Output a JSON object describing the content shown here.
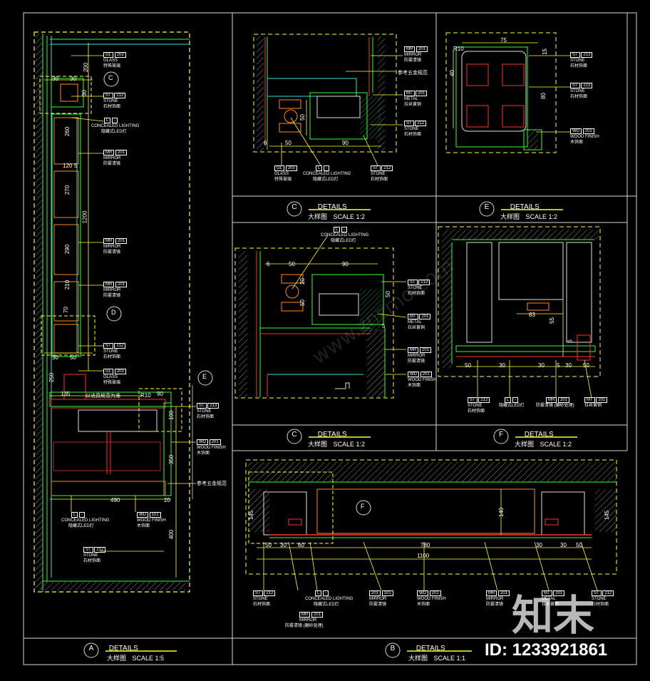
{
  "colors": {
    "frame": "#d8d8d8",
    "yellow": "#ffff33",
    "green": "#33ff33",
    "cyan": "#33dddd",
    "red": "#ff3030",
    "orange": "#ff8c1a",
    "magenta": "#ff44ff",
    "white": "#ffffff"
  },
  "panels": {
    "A": {
      "letter": "A",
      "title": "DETAILS",
      "cn": "大样图",
      "scale": "SCALE 1:5"
    },
    "B": {
      "letter": "B",
      "title": "DETAILS",
      "cn": "大样图",
      "scale": "SCALE 1:1"
    },
    "C1": {
      "letter": "C",
      "title": "DETAILS",
      "cn": "大样图",
      "scale": "SCALE 1:2"
    },
    "C2": {
      "letter": "C",
      "title": "DETAILS",
      "cn": "大样图",
      "scale": "SCALE 1:2"
    },
    "E": {
      "letter": "E",
      "title": "DETAILS",
      "cn": "大样图",
      "scale": "SCALE 1:2"
    },
    "F": {
      "letter": "F",
      "title": "DETAILS",
      "cn": "大样图",
      "scale": "SCALE 1:2"
    }
  },
  "tags": {
    "gl203": {
      "code": "GL",
      "num": "203",
      "en": "GLASS",
      "cn": "特殊玻璃"
    },
    "st212": {
      "code": "ST",
      "num": "212",
      "en": "STONE",
      "cn": "石材饰面"
    },
    "st213": {
      "code": "ST",
      "num": "213",
      "en": "STONE",
      "cn": "石材饰面"
    },
    "l": {
      "code": "L",
      "num": "-",
      "en": "CONCEALED LIGHTING",
      "cn": "隐藏式LED灯"
    },
    "mr201": {
      "code": "MR",
      "num": "201",
      "en": "MIRROR",
      "cn": "防雾清镜"
    },
    "mr201s": {
      "code": "MR",
      "num": "201",
      "en": "MIRROR",
      "cn": "防雾清镜 (磨砂处理)"
    },
    "mt201": {
      "code": "MT",
      "num": "201",
      "en": "METAL",
      "cn": "拉丝黄铜"
    },
    "wd201": {
      "code": "WD",
      "num": "201",
      "en": "WOOD FINISH",
      "cn": "木饰面"
    },
    "wd101": {
      "code": "WD",
      "num": "101",
      "en": "WOOD FINISH",
      "cn": "木饰面"
    },
    "mr101": {
      "code": "201",
      "num": "101",
      "en": "MIRROR",
      "cn": "防雾清镜"
    }
  },
  "notes": {
    "hardware": "参考五金规范",
    "basin": "以洁具规范为准"
  },
  "dims": {
    "a_200": "200",
    "a_30a": "30",
    "a_30b": "30",
    "a_30c": "30",
    "a_260": "260",
    "a_120": "120",
    "a_5": "5",
    "a_270": "270",
    "a_1200": "1200",
    "a_290": "290",
    "a_210": "210",
    "a_30d": "30",
    "a_70": "70",
    "a_50": "50",
    "a_250": "250",
    "a_135": "135",
    "a_r10": "R10",
    "a_90": "90",
    "a_100": "100",
    "a_350": "350",
    "a_490": "490",
    "a_20": "20",
    "a_400": "400",
    "c1_50": "50",
    "c1_90": "90",
    "c1_6": "6",
    "c1_50v": "50",
    "e_75": "75",
    "e_r10": "R10",
    "e_15": "15",
    "e_40": "40",
    "e_80": "80",
    "c2_6": "6",
    "c2_50": "50",
    "c2_90": "90",
    "c2_20": "20",
    "c2_50v": "50",
    "c2_50v2": "50",
    "c2_5": "5",
    "f_83": "83",
    "f_55": "55",
    "f_50": "50",
    "f_30": "30",
    "f_30b": "30",
    "f_5": "5",
    "f_30c": "30",
    "f_50b": "50",
    "f_6": "6",
    "b_145": "145",
    "b_140": "140",
    "b_145b": "145",
    "b_50": "50",
    "b_30": "30",
    "b_60": "60",
    "b_780": "780",
    "b_30b": "30",
    "b_30c": "30",
    "b_50b": "50",
    "b_1100": "1100"
  },
  "watermark": {
    "brand": "知末",
    "id": "ID: 1233921861",
    "site": "www.znzmo.com"
  }
}
